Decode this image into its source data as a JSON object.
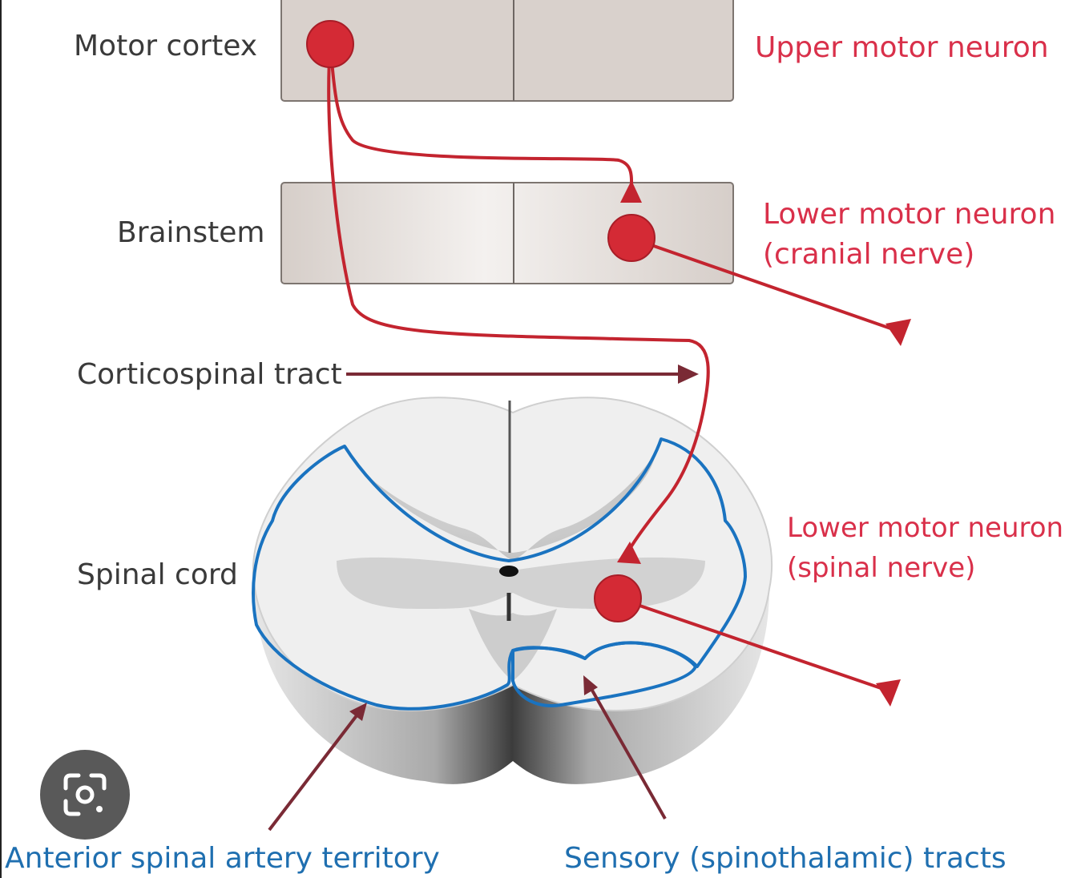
{
  "labels": {
    "motor_cortex": "Motor cortex",
    "brainstem": "Brainstem",
    "corticospinal_tract": "Corticospinal tract",
    "spinal_cord": "Spinal cord",
    "upper_motor_neuron": "Upper motor neuron",
    "lmn_cranial_line1": "Lower motor neuron",
    "lmn_cranial_line2": "(cranial nerve)",
    "lmn_spinal_line1": "Lower motor neuron",
    "lmn_spinal_line2": "(spinal nerve)",
    "anterior_spinal_artery": "Anterior spinal artery territory",
    "sensory_tracts": "Sensory (spinothalamic) tracts"
  },
  "colors": {
    "neuron_red": "#d42a35",
    "label_red": "#d9304a",
    "territory_blue": "#1a73c0",
    "box_fill": "#ddd6d1",
    "arrow_dark": "#7a2a35"
  },
  "overlay": {
    "icon": "lens-icon"
  }
}
